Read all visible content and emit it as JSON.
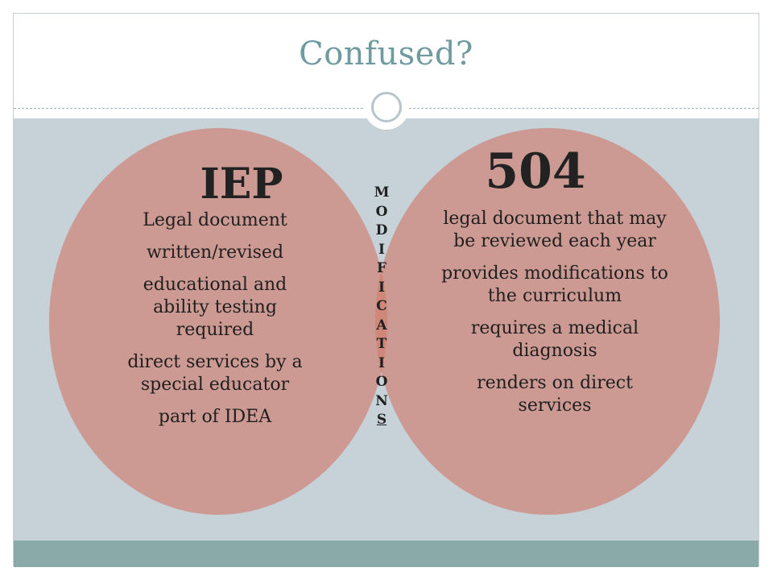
{
  "slide": {
    "title": "Confused?"
  },
  "venn": {
    "left": {
      "heading": "IEP",
      "items": [
        "Legal document",
        "written/revised",
        "educational and ability testing required",
        "direct services by a special educator",
        "part of IDEA"
      ]
    },
    "right": {
      "heading": "504",
      "items": [
        "legal document that may be reviewed each year",
        "provides modifications to the curriculum",
        "requires a medical diagnosis",
        "renders on direct services"
      ]
    },
    "overlap": {
      "letters": [
        "M",
        "O",
        "D",
        "I",
        "F",
        "I",
        "C",
        "A",
        "T",
        "I",
        "O",
        "N",
        "S"
      ]
    }
  },
  "colors": {
    "title": "#6f9aa0",
    "band": "#c6d1d8",
    "footer": "#8aaaa9",
    "circle": "#cc9a92",
    "overlap": "#cf8779"
  }
}
